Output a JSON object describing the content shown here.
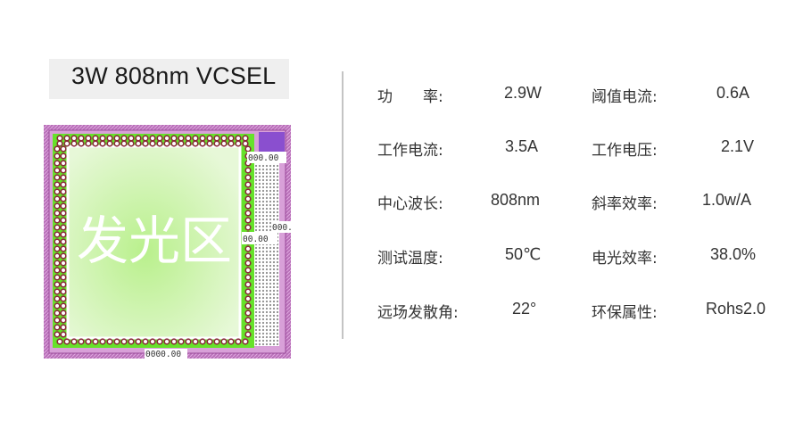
{
  "product_title": "3W 808nm VCSEL",
  "chip": {
    "emission_label": "发光区",
    "dim_labels": [
      "000.00",
      "00.00",
      "000.",
      "0000.00"
    ],
    "colors": {
      "frame": "#c060c0",
      "active": "#c8f09a",
      "pads": "#8a2a3a",
      "corner_pad": "#8a4fcf"
    }
  },
  "specs": [
    {
      "label": "功　　率:",
      "value": "2.9W"
    },
    {
      "label": "阈值电流:",
      "value": "0.6A"
    },
    {
      "label": "工作电流:",
      "value": "3.5A"
    },
    {
      "label": "工作电压:",
      "value": "2.1V"
    },
    {
      "label": "中心波长:",
      "value": "808nm"
    },
    {
      "label": "斜率效率:",
      "value": "1.0w/A"
    },
    {
      "label": "测试温度:",
      "value": "50℃"
    },
    {
      "label": "电光效率:",
      "value": "38.0%"
    },
    {
      "label": "远场发散角:",
      "value": "22°"
    },
    {
      "label": "环保属性:",
      "value": "Rohs2.0"
    }
  ]
}
